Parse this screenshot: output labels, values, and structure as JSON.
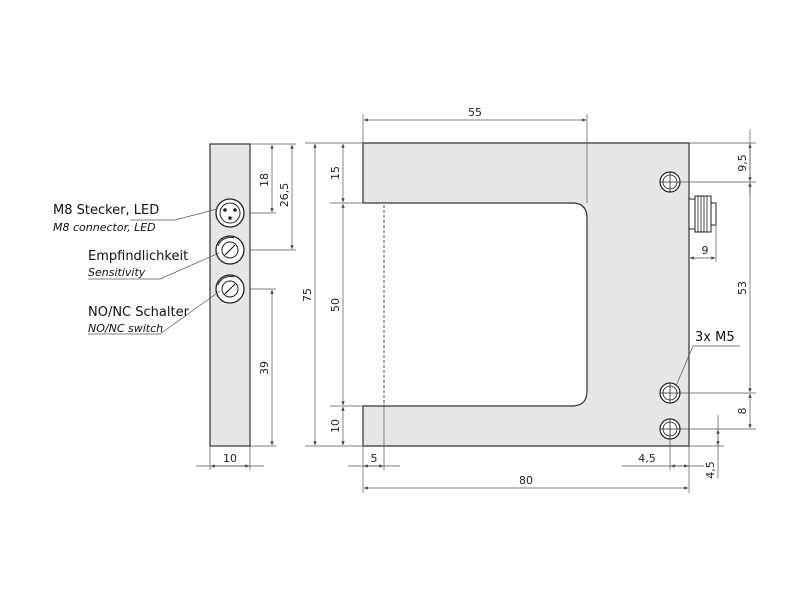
{
  "side_view": {
    "labels": [
      {
        "de": "M8 Stecker, LED",
        "en": "M8 connector, LED"
      },
      {
        "de": "Empfindlichkeit",
        "en": "Sensitivity"
      },
      {
        "de": "NO/NC Schalter",
        "en": "NO/NC switch"
      }
    ],
    "dims": {
      "d18": "18",
      "d26": "26,5",
      "d39": "39",
      "d10": "10"
    }
  },
  "front_view": {
    "dims": {
      "d55": "55",
      "d15": "15",
      "d75": "75",
      "d50": "50",
      "d10": "10",
      "d5": "5",
      "d80": "80",
      "d95": "9,5",
      "d9": "9",
      "d53": "53",
      "d8": "8",
      "d45a": "4,5",
      "d45b": "4,5"
    },
    "holes_label": "3x M5"
  }
}
